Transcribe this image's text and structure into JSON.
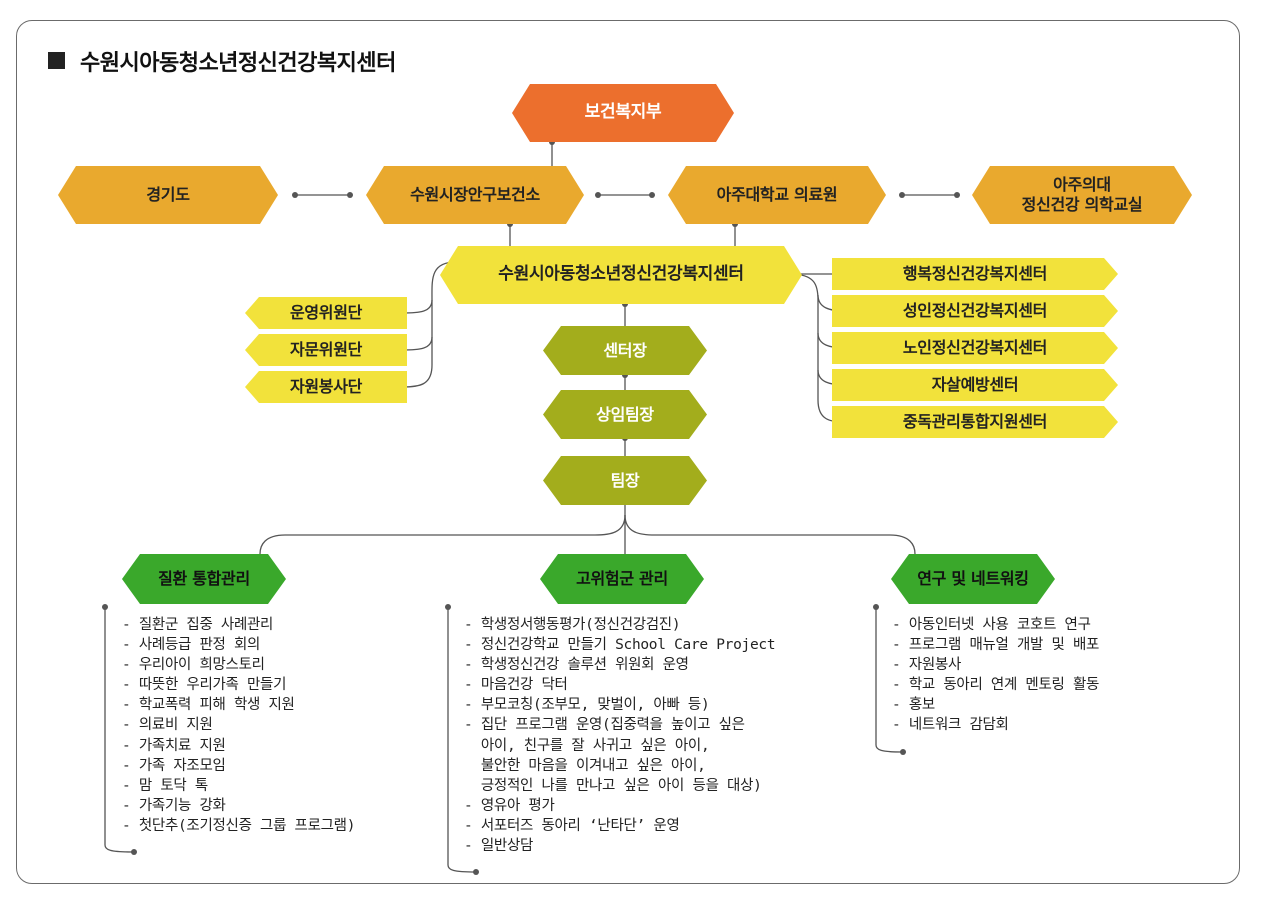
{
  "title": "수원시아동청소년정신건강복지센터",
  "nodes": {
    "ministry": "보건복지부",
    "gyeonggi": "경기도",
    "health_center": "수원시장안구보건소",
    "ajou_medical": "아주대학교 의료원",
    "ajou_dept_line1": "아주의대",
    "ajou_dept_line2": "정신건강 의학교실",
    "center": "수원시아동청소년정신건강복지센터",
    "steering": "운영위원단",
    "advisory": "자문위원단",
    "volunteer": "자원봉사단",
    "director": "센터장",
    "standing_lead": "상임팀장",
    "team_lead": "팀장"
  },
  "partners": [
    "행복정신건강복지센터",
    "성인정신건강복지센터",
    "노인정신건강복지센터",
    "자살예방센터",
    "중독관리통합지원센터"
  ],
  "departments": [
    {
      "label": "질환 통합관리",
      "items": [
        "- 질환군 집중 사례관리",
        "- 사례등급 판정 회의",
        "- 우리아이 희망스토리",
        "- 따뜻한 우리가족 만들기",
        "- 학교폭력 피해 학생 지원",
        "- 의료비 지원",
        "- 가족치료 지원",
        "- 가족 자조모임",
        "- 맘 토닥 톡",
        "- 가족기능 강화",
        "- 첫단추(조기정신증 그룹 프로그램)"
      ]
    },
    {
      "label": "고위험군 관리",
      "items": [
        "- 학생정서행동평가(정신건강검진)",
        "- 정신건강학교 만들기 School Care Project",
        "- 학생정신건강 솔루션 위원회 운영",
        "- 마음건강 닥터",
        "- 부모코칭(조부모, 맞벌이, 아빠 등)",
        "- 집단 프로그램 운영(집중력을 높이고 싶은",
        "  아이, 친구를 잘 사귀고 싶은 아이,",
        "  불안한 마음을 이겨내고 싶은 아이,",
        "  긍정적인 나를 만나고 싶은 아이 등을 대상)",
        "- 영유아 평가",
        "- 서포터즈 동아리 ‘난타단’ 운영",
        "- 일반상담"
      ]
    },
    {
      "label": "연구 및 네트워킹",
      "items": [
        "- 아동인터넷 사용 코호트 연구",
        "- 프로그램 매뉴얼 개발 및 배포",
        "- 자원봉사",
        "- 학교 동아리 연계 멘토링 활동",
        "- 홍보",
        "- 네트워크 감담회"
      ]
    }
  ],
  "colors": {
    "ministry": "#ec6f2d",
    "tier2": "#e9a92e",
    "center": "#f2e23b",
    "leadership": "#a3ad1c",
    "departments": "#3aa82b",
    "lines": "#555555"
  }
}
